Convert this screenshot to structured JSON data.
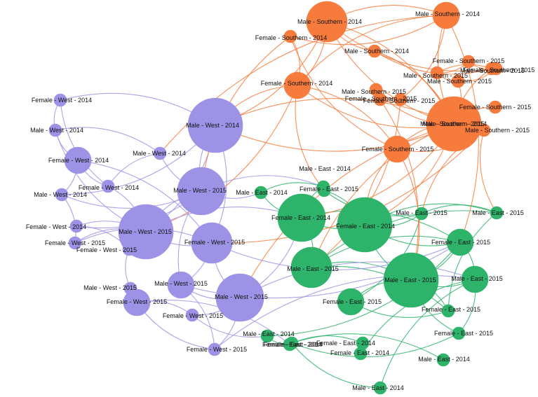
{
  "colors": {
    "West": "#9d93e6",
    "Southern": "#f77b3c",
    "East": "#2db36a",
    "label": "#111111"
  },
  "nodes": [
    {
      "label": "Male - Southern - 2014",
      "region": "Southern",
      "weight": 3
    },
    {
      "label": "Male - Southern - 2014",
      "region": "Southern",
      "weight": 2
    },
    {
      "label": "Male - Southern - 2014",
      "region": "Southern",
      "weight": 1
    },
    {
      "label": "Female - Southern - 2014",
      "region": "Southern",
      "weight": 1
    },
    {
      "label": "Female - Southern - 2014",
      "region": "Southern",
      "weight": 2
    },
    {
      "label": "Male - Southern - 2014",
      "region": "Southern",
      "weight": 3
    },
    {
      "label": "Female - Southern - 2015",
      "region": "Southern",
      "weight": 1
    },
    {
      "label": "Male - Southern - 2015",
      "region": "Southern",
      "weight": 1
    },
    {
      "label": "Male - Southern - 2015",
      "region": "Southern",
      "weight": 1
    },
    {
      "label": "Female - Southern - 2015",
      "region": "Southern",
      "weight": 1
    },
    {
      "label": "Male - Southern - 2015",
      "region": "Southern",
      "weight": 1
    },
    {
      "label": "Female - Southern - 2015",
      "region": "Southern",
      "weight": 1
    },
    {
      "label": "Female - Southern - 2015",
      "region": "Southern",
      "weight": 1
    },
    {
      "label": "Male - Southern - 2015",
      "region": "Southern",
      "weight": 1
    },
    {
      "label": "Female - Southern - 2015",
      "region": "Southern",
      "weight": 1
    },
    {
      "label": "Male - Southern - 2015",
      "region": "Southern",
      "weight": 5
    },
    {
      "label": "Male - Southern - 2015",
      "region": "Southern",
      "weight": 1
    },
    {
      "label": "Female - Southern - 2015",
      "region": "Southern",
      "weight": 2
    },
    {
      "label": "Female - West - 2014",
      "region": "West",
      "weight": 1
    },
    {
      "label": "Male - West - 2014",
      "region": "West",
      "weight": 1
    },
    {
      "label": "Male - West - 2014",
      "region": "West",
      "weight": 5
    },
    {
      "label": "Female - West - 2014",
      "region": "West",
      "weight": 2
    },
    {
      "label": "Male - West - 2014",
      "region": "West",
      "weight": 1
    },
    {
      "label": "Female - West - 2014",
      "region": "West",
      "weight": 1
    },
    {
      "label": "Male - West - 2014",
      "region": "West",
      "weight": 1
    },
    {
      "label": "Male - West - 2015",
      "region": "West",
      "weight": 4
    },
    {
      "label": "Female - West - 2014",
      "region": "West",
      "weight": 1
    },
    {
      "label": "Male - West - 2015",
      "region": "West",
      "weight": 5
    },
    {
      "label": "Female - West - 2015",
      "region": "West",
      "weight": 1
    },
    {
      "label": "Female - West - 2015",
      "region": "West",
      "weight": 1
    },
    {
      "label": "Female - West - 2015",
      "region": "West",
      "weight": 3
    },
    {
      "label": "Male - West - 2015",
      "region": "West",
      "weight": 1
    },
    {
      "label": "Male - West - 2015",
      "region": "West",
      "weight": 2
    },
    {
      "label": "Female - West - 2015",
      "region": "West",
      "weight": 2
    },
    {
      "label": "Female - West - 2015",
      "region": "West",
      "weight": 1
    },
    {
      "label": "Male - West - 2015",
      "region": "West",
      "weight": 4
    },
    {
      "label": "Female - West - 2015",
      "region": "West",
      "weight": 1
    },
    {
      "label": "Male - East - 2014",
      "region": "East",
      "weight": 1
    },
    {
      "label": "Male - East - 2014",
      "region": "East",
      "weight": 1
    },
    {
      "label": "Female - East - 2015",
      "region": "East",
      "weight": 1
    },
    {
      "label": "Female - East - 2014",
      "region": "East",
      "weight": 4
    },
    {
      "label": "Female - East - 2014",
      "region": "East",
      "weight": 5
    },
    {
      "label": "Male - East - 2015",
      "region": "East",
      "weight": 1
    },
    {
      "label": "Male - East - 2015",
      "region": "East",
      "weight": 1
    },
    {
      "label": "Female - East - 2015",
      "region": "East",
      "weight": 2
    },
    {
      "label": "Male - East - 2015",
      "region": "East",
      "weight": 3
    },
    {
      "label": "Male - East - 2015",
      "region": "East",
      "weight": 5
    },
    {
      "label": "Female - East - 2015",
      "region": "East",
      "weight": 2
    },
    {
      "label": "Female - East - 2015",
      "region": "East",
      "weight": 1
    },
    {
      "label": "Male - East - 2015",
      "region": "East",
      "weight": 2
    },
    {
      "label": "Female - East - 2015",
      "region": "East",
      "weight": 1
    },
    {
      "label": "Male - East - 2014",
      "region": "East",
      "weight": 1
    },
    {
      "label": "Female - East - 2014",
      "region": "East",
      "weight": 1
    },
    {
      "label": "Female - East - 2014",
      "region": "East",
      "weight": 1
    },
    {
      "label": "Female - East - 2014",
      "region": "East",
      "weight": 1
    },
    {
      "label": "Male - East - 2014",
      "region": "East",
      "weight": 1
    },
    {
      "label": "Male - East - 2014",
      "region": "East",
      "weight": 1
    },
    {
      "label": "Female - East - 2014",
      "region": "East",
      "weight": 1
    }
  ],
  "edges": [
    [
      0,
      1
    ],
    [
      0,
      2
    ],
    [
      0,
      4
    ],
    [
      0,
      5
    ],
    [
      0,
      15
    ],
    [
      1,
      5
    ],
    [
      1,
      3
    ],
    [
      1,
      4
    ],
    [
      2,
      5
    ],
    [
      2,
      7
    ],
    [
      3,
      4
    ],
    [
      4,
      5
    ],
    [
      4,
      17
    ],
    [
      5,
      15
    ],
    [
      5,
      16
    ],
    [
      5,
      10
    ],
    [
      5,
      7
    ],
    [
      6,
      7
    ],
    [
      6,
      8
    ],
    [
      7,
      8
    ],
    [
      9,
      10
    ],
    [
      11,
      12
    ],
    [
      12,
      13
    ],
    [
      14,
      15
    ],
    [
      15,
      16
    ],
    [
      15,
      17
    ],
    [
      16,
      17
    ],
    [
      0,
      9
    ],
    [
      1,
      12
    ],
    [
      3,
      17
    ],
    [
      2,
      15
    ],
    [
      8,
      10
    ],
    [
      5,
      13
    ],
    [
      18,
      19
    ],
    [
      18,
      20
    ],
    [
      19,
      21
    ],
    [
      19,
      22
    ],
    [
      20,
      25
    ],
    [
      20,
      27
    ],
    [
      21,
      23
    ],
    [
      21,
      24
    ],
    [
      22,
      25
    ],
    [
      23,
      27
    ],
    [
      24,
      25
    ],
    [
      25,
      26
    ],
    [
      25,
      27
    ],
    [
      26,
      27
    ],
    [
      27,
      28
    ],
    [
      27,
      29
    ],
    [
      27,
      30
    ],
    [
      28,
      30
    ],
    [
      29,
      31
    ],
    [
      30,
      32
    ],
    [
      30,
      35
    ],
    [
      31,
      33
    ],
    [
      32,
      35
    ],
    [
      33,
      34
    ],
    [
      34,
      35
    ],
    [
      35,
      36
    ],
    [
      36,
      32
    ],
    [
      20,
      30
    ],
    [
      22,
      23
    ],
    [
      24,
      28
    ],
    [
      25,
      32
    ],
    [
      26,
      29
    ],
    [
      19,
      27
    ],
    [
      21,
      30
    ],
    [
      18,
      23
    ],
    [
      20,
      24
    ],
    [
      33,
      36
    ],
    [
      37,
      38
    ],
    [
      37,
      40
    ],
    [
      38,
      39
    ],
    [
      38,
      40
    ],
    [
      39,
      41
    ],
    [
      40,
      41
    ],
    [
      40,
      44
    ],
    [
      41,
      42
    ],
    [
      41,
      43
    ],
    [
      41,
      46
    ],
    [
      42,
      43
    ],
    [
      43,
      45
    ],
    [
      44,
      46
    ],
    [
      44,
      45
    ],
    [
      45,
      46
    ],
    [
      46,
      47
    ],
    [
      46,
      48
    ],
    [
      47,
      48
    ],
    [
      49,
      50
    ],
    [
      46,
      50
    ],
    [
      44,
      51
    ],
    [
      51,
      52
    ],
    [
      52,
      53
    ],
    [
      53,
      54
    ],
    [
      54,
      49
    ],
    [
      49,
      55
    ],
    [
      55,
      57
    ],
    [
      56,
      57
    ],
    [
      44,
      49
    ],
    [
      41,
      44
    ],
    [
      45,
      48
    ],
    [
      46,
      49
    ],
    [
      42,
      47
    ],
    [
      43,
      48
    ],
    [
      50,
      57
    ],
    [
      39,
      42
    ],
    [
      40,
      45
    ],
    [
      4,
      20
    ],
    [
      5,
      20
    ],
    [
      15,
      20
    ],
    [
      4,
      27
    ],
    [
      1,
      22
    ],
    [
      0,
      20
    ],
    [
      3,
      25
    ],
    [
      16,
      30
    ],
    [
      5,
      35
    ],
    [
      15,
      41
    ],
    [
      17,
      41
    ],
    [
      17,
      46
    ],
    [
      16,
      42
    ],
    [
      5,
      40
    ],
    [
      4,
      39
    ],
    [
      1,
      44
    ],
    [
      15,
      45
    ],
    [
      12,
      45
    ],
    [
      16,
      43
    ],
    [
      11,
      46
    ],
    [
      25,
      37
    ],
    [
      27,
      40
    ],
    [
      32,
      44
    ],
    [
      35,
      49
    ],
    [
      30,
      44
    ],
    [
      36,
      49
    ],
    [
      35,
      40
    ],
    [
      25,
      38
    ],
    [
      34,
      51
    ],
    [
      33,
      52
    ]
  ]
}
